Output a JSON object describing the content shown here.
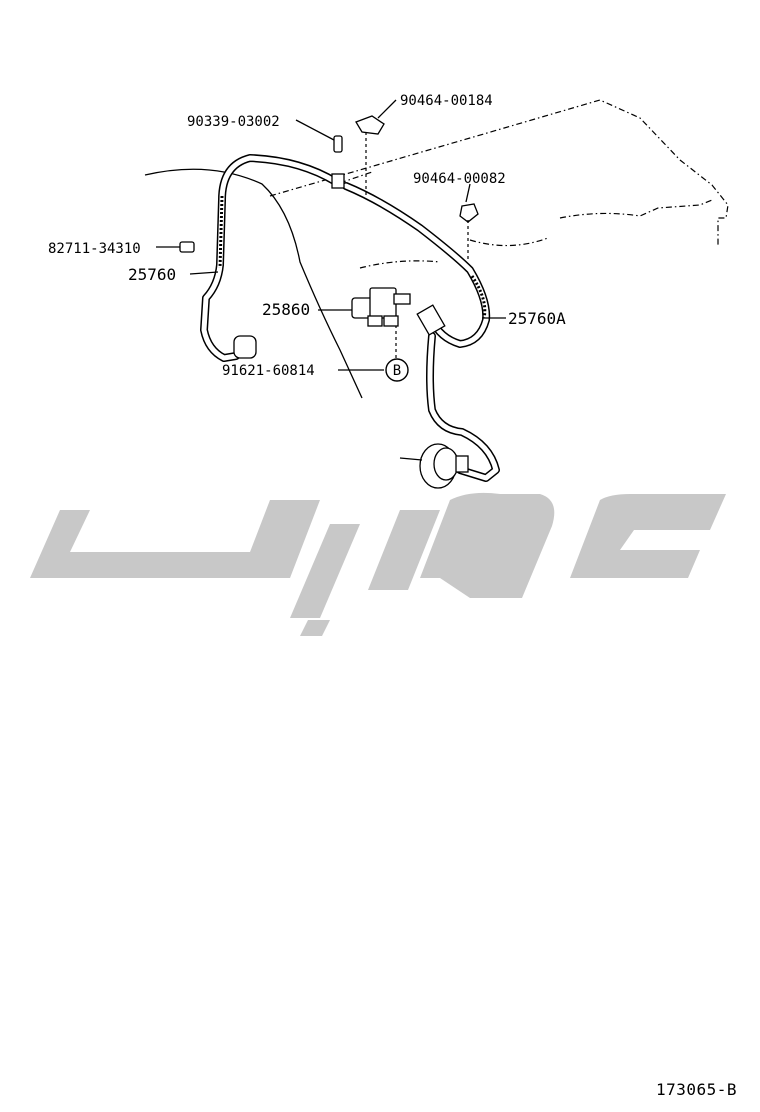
{
  "parts": {
    "p90339_03002": "90339-03002",
    "p90464_00184": "90464-00184",
    "p90464_00082": "90464-00082",
    "p82711_34310": "82711-34310",
    "p25760": "25760",
    "p25860": "25860",
    "p25760A": "25760A",
    "p91621_60814": "91621-60814",
    "callout_b": "B"
  },
  "watermark_text": "توپارت",
  "reference_code": "173065-B"
}
